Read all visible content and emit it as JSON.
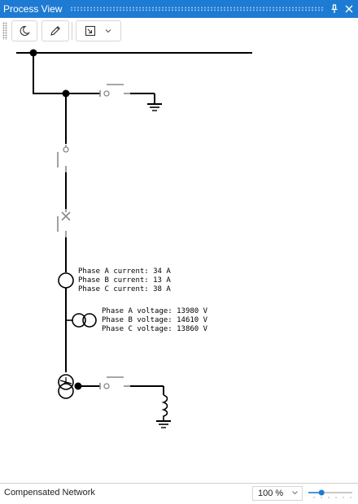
{
  "window": {
    "title": "Process View",
    "accent_color": "#1e7bd3"
  },
  "toolbar": {
    "buttons": [
      {
        "icon": "night-mode-icon"
      },
      {
        "icon": "pencil-icon"
      },
      {
        "icon": "export-dropdown-icon"
      }
    ]
  },
  "diagram": {
    "current_measurement": {
      "phase_a": "Phase A current: 34 A",
      "phase_b": "Phase B current: 13 A",
      "phase_c": "Phase C current: 38 A"
    },
    "voltage_measurement": {
      "phase_a": "Phase A voltage: 13980 V",
      "phase_b": "Phase B voltage: 14610 V",
      "phase_c": "Phase C voltage: 13860 V"
    },
    "colors": {
      "line": "#000000",
      "open_switch": "#8a8a8a"
    }
  },
  "status": {
    "network_type": "Compensated Network",
    "zoom": "100 %",
    "zoom_fraction": 0.3
  }
}
